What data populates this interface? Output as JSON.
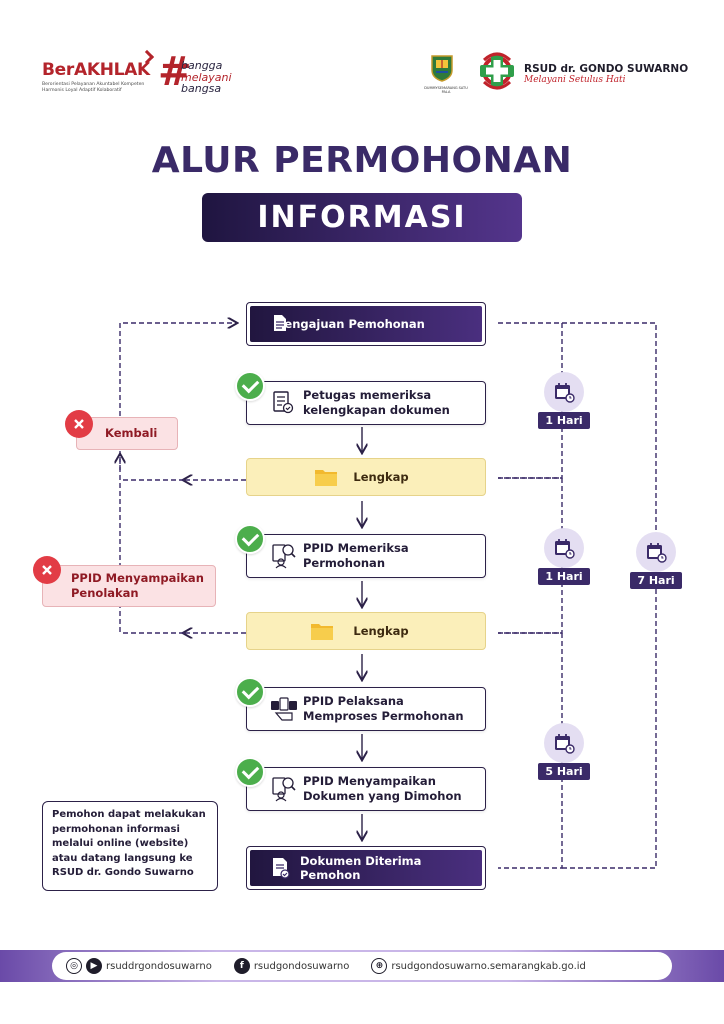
{
  "header": {
    "berakhlak": "BerAKHLAK",
    "berakhlak_sub": "Berorientasi Pelayanan Akuntabel Kompeten Harmonis Loyal Adaptif Kolaboratif",
    "bangga_line1": "bangga",
    "bangga_line2": "melayani",
    "bangga_line3": "bangsa",
    "kabupaten_caption": "DUMMYSEMARANG SATU PALA",
    "hospital_name": "RSUD dr. GONDO SUWARNO",
    "hospital_tagline": "Melayani Setulus Hati"
  },
  "title": {
    "line1": "ALUR PERMOHONAN",
    "line2": "INFORMASI"
  },
  "flow": {
    "step1": "Pengajuan Pemohonan",
    "step2": "Petugas memeriksa kelengkapan dokumen",
    "check1": "Lengkap",
    "step3": "PPID Memeriksa Permohonan",
    "check2": "Lengkap",
    "step4": "PPID Pelaksana Memproses Permohonan",
    "step5": "PPID Menyampaikan Dokumen yang Dimohon",
    "step6": "Dokumen Diterima Pemohon",
    "reject1": "Kembali",
    "reject2": "PPID Menyampaikan Penolakan"
  },
  "durations": {
    "d1": "1 Hari",
    "d2": "1 Hari",
    "d3": "5 Hari",
    "total": "7 Hari"
  },
  "note": "Pemohon dapat melakukan permohonan informasi melalui online (website) atau datang langsung ke RSUD dr. Gondo Suwarno",
  "footer": {
    "instagram_youtube": "rsuddrgondosuwarno",
    "facebook": "rsudgondosuwarno",
    "website": "rsudgondosuwarno.semarangkab.go.id"
  },
  "colors": {
    "primary": "#3a2a68",
    "accent_red": "#b3242b",
    "yellow": "#fbefba",
    "pink": "#fbe2e4",
    "green_check": "#4cae4c"
  }
}
